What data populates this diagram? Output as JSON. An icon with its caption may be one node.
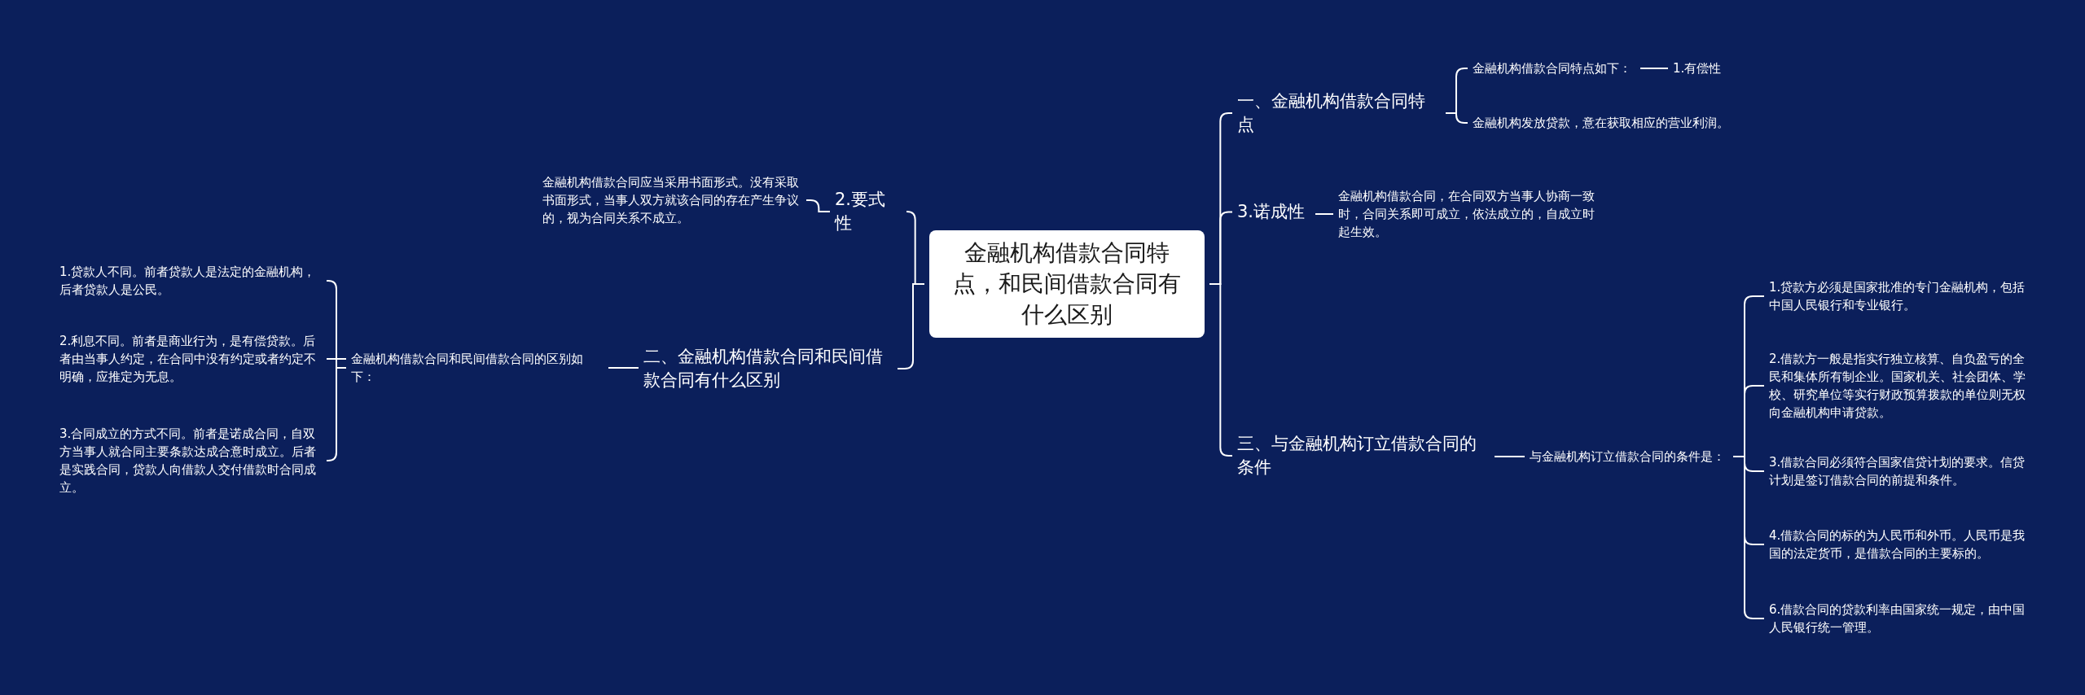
{
  "diagram": {
    "nodes": [
      {
        "text": [
          "金融机构借款合同特点，和民间借款合同有什么区别"
        ]
      },
      {
        "text": [
          "一、金融机构借款合同特点"
        ]
      },
      {
        "text": [
          "金融机构借款合同特点如下："
        ]
      },
      {
        "text": [
          "1.有偿性"
        ]
      },
      {
        "text": [
          "金融机构发放贷款，意在获取相应的营业利润。"
        ]
      },
      {
        "text": [
          "3.诺成性"
        ]
      },
      {
        "text": [
          "金融机构借款合同，在合同双方当事人协商一致时，合同关系即可成立，依法成立的，自成立时起生效。"
        ]
      },
      {
        "text": [
          "三、与金融机构订立借款合同的条件"
        ]
      },
      {
        "text": [
          "与金融机构订立借款合同的条件是："
        ]
      },
      {
        "text": [
          "1.贷款方必须是国家批准的专门金融机构，包括中国人民银行和专业银行。"
        ]
      },
      {
        "text": [
          "2.借款方一般是指实行独立核算、自负盈亏的全民和集体所有制企业。国家机关、社会团体、学校、研究单位等实行财政预算拨款的单位则无权向金融机构申请贷款。"
        ]
      },
      {
        "text": [
          "3.借款合同必须符合国家信贷计划的要求。信贷计划是签订借款合同的前提和条件。"
        ]
      },
      {
        "text": [
          "4.借款合同的标的为人民币和外币。人民币是我国的法定货币，是借款合同的主要标的。"
        ]
      },
      {
        "text": [
          "6.借款合同的贷款利率由国家统一规定，由中国人民银行统一管理。"
        ]
      },
      {
        "text": [
          "2.要式性"
        ]
      },
      {
        "text": [
          "金融机构借款合同应当采用书面形式。没有采取书面形式，当事人双方就该合同的存在产生争议的，视为合同关系不成立。"
        ]
      },
      {
        "text": [
          "二、金融机构借款合同和民间借款合同有什么区别"
        ]
      },
      {
        "text": [
          "金融机构借款合同和民间借款合同的区别如下："
        ]
      },
      {
        "text": [
          "1.贷款人不同。前者贷款人是法定的金融机构，后者贷款人是公民。"
        ]
      },
      {
        "text": [
          "2.利息不同。前者是商业行为，是有偿贷款。后者由当事人约定，在合同中没有约定或者约定不明确，应推定为无息。"
        ]
      },
      {
        "text": [
          "3.合同成立的方式不同。前者是诺成合同，自双方当事人就合同主要条款达成合意时成立。后者是实践合同，贷款人向借款人交付借款时合同成立。"
        ]
      }
    ],
    "edges": [
      {
        "from": 0,
        "to": 1,
        "arrow": "none"
      },
      {
        "from": 0,
        "to": 5,
        "arrow": "none"
      },
      {
        "from": 0,
        "to": 7,
        "arrow": "none"
      },
      {
        "from": 0,
        "to": 14,
        "arrow": "none"
      },
      {
        "from": 0,
        "to": 16,
        "arrow": "none"
      },
      {
        "from": 1,
        "to": 2,
        "arrow": "none"
      },
      {
        "from": 1,
        "to": 4,
        "arrow": "none"
      },
      {
        "from": 2,
        "to": 3,
        "arrow": "none"
      },
      {
        "from": 5,
        "to": 6,
        "arrow": "none"
      },
      {
        "from": 7,
        "to": 8,
        "arrow": "none"
      },
      {
        "from": 8,
        "to": 9,
        "arrow": "none"
      },
      {
        "from": 8,
        "to": 10,
        "arrow": "none"
      },
      {
        "from": 8,
        "to": 11,
        "arrow": "none"
      },
      {
        "from": 8,
        "to": 12,
        "arrow": "none"
      },
      {
        "from": 8,
        "to": 13,
        "arrow": "none"
      },
      {
        "from": 14,
        "to": 15,
        "arrow": "none"
      },
      {
        "from": 16,
        "to": 17,
        "arrow": "none"
      },
      {
        "from": 17,
        "to": 18,
        "arrow": "none"
      },
      {
        "from": 17,
        "to": 19,
        "arrow": "none"
      },
      {
        "from": 17,
        "to": 20,
        "arrow": "none"
      }
    ]
  }
}
